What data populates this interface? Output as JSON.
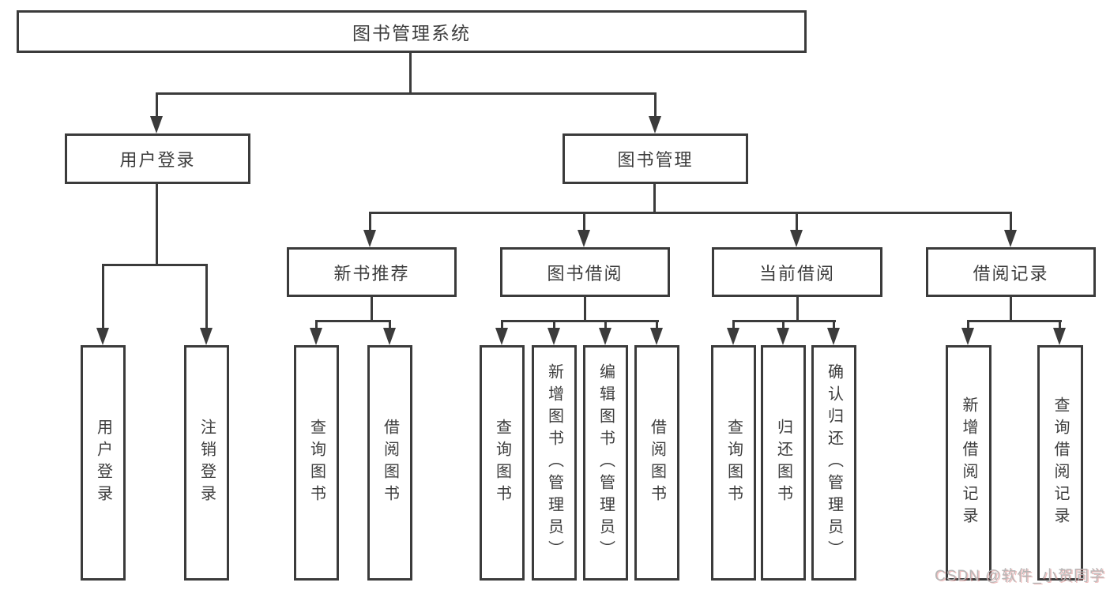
{
  "diagram": {
    "tree": {
      "root": {
        "label": "图书管理系统"
      },
      "children": [
        {
          "label": "用户登录",
          "children": [
            {
              "label": "用户登录"
            },
            {
              "label": "注销登录"
            }
          ]
        },
        {
          "label": "图书管理",
          "children": [
            {
              "label": "新书推荐",
              "children": [
                {
                  "label": "查询图书"
                },
                {
                  "label": "借阅图书"
                }
              ]
            },
            {
              "label": "图书借阅",
              "children": [
                {
                  "label": "查询图书"
                },
                {
                  "label": "新增图书（管理员）"
                },
                {
                  "label": "编辑图书（管理员）"
                },
                {
                  "label": "借阅图书"
                }
              ]
            },
            {
              "label": "当前借阅",
              "children": [
                {
                  "label": "查询图书"
                },
                {
                  "label": "归还图书"
                },
                {
                  "label": "确认归还（管理员）"
                }
              ]
            },
            {
              "label": "借阅记录",
              "children": [
                {
                  "label": "新增借阅记录"
                },
                {
                  "label": "查询借阅记录"
                }
              ]
            }
          ]
        }
      ]
    },
    "watermark": "CSDN @软件_小贺同学",
    "colors": {
      "line": "#3b3b3b",
      "text": "#3d3d3d",
      "background": "#ffffff",
      "watermark": "#b6b6b6"
    }
  }
}
